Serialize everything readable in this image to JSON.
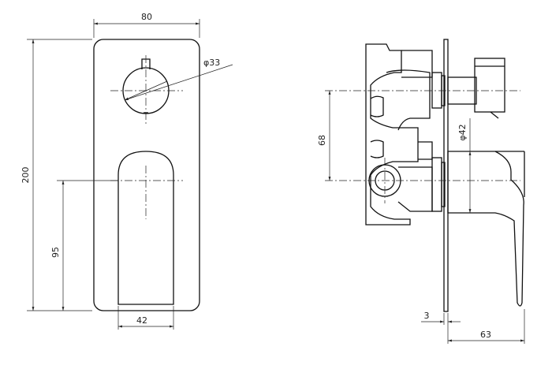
{
  "front_view": {
    "width_dim": "80",
    "height_dim": "200",
    "center_height_dim": "95",
    "handle_width_dim": "42",
    "knob_diameter_dim": "φ33"
  },
  "side_view": {
    "outlet_spacing_dim": "68",
    "body_diameter_dim": "φ42",
    "plate_thickness_dim": "3",
    "projection_dim": "63"
  },
  "colors": {
    "line": "#111111",
    "background": "#ffffff"
  }
}
